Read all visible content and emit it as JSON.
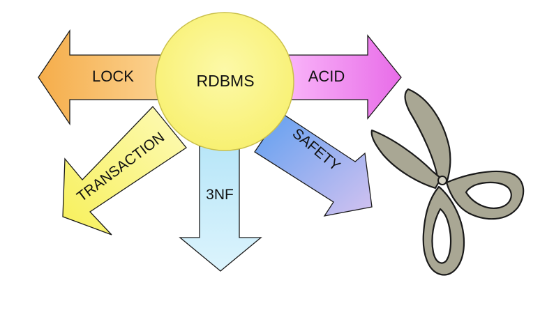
{
  "diagram": {
    "center": {
      "label": "RDBMS",
      "color": "#f8f070"
    },
    "arrows": {
      "lock": {
        "label": "LOCK",
        "color_start": "#f5ad4a",
        "color_end": "#fcd79a"
      },
      "acid": {
        "label": "ACID",
        "color_start": "#e86ce8",
        "color_end": "#fcc2fc"
      },
      "transaction": {
        "label": "TRANSACTION",
        "color_start": "#f7f05a",
        "color_end": "#fdfab8"
      },
      "nf3": {
        "label": "3NF",
        "color_start": "#b8e6f8",
        "color_end": "#dcf4fd"
      },
      "safety": {
        "label": "SAFETY",
        "color_start": "#5f9ff0",
        "color_end": "#d3c2f0"
      }
    },
    "icon": "scissors-icon",
    "outline_color": "#1a1a1a",
    "scissors_color": "#a9a794"
  }
}
